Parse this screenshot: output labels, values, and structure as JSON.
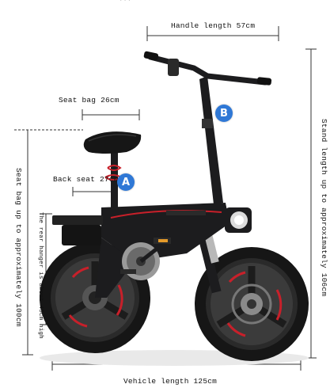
{
  "labels": {
    "top_cut": "...",
    "handle_length": "Handle length 57cm",
    "seat_bag": "Seat bag 26cm",
    "back_seat": "Back seat 27cm",
    "seat_bag_up": "Seat bag up to approximately 100cm",
    "rear_hanger": "The rear hanger is about 45cm high",
    "stand_length": "Stand length up to approximately 106cm",
    "vehicle_length": "Vehicle length 125cm"
  },
  "badges": {
    "a": "A",
    "b": "B"
  },
  "colors": {
    "badge": "#2f78d6",
    "frame": "#1c1c1e",
    "accent_red": "#c8202a",
    "tire": "#151515",
    "rim": "#3a3a3a",
    "dimension_line": "#333333"
  }
}
